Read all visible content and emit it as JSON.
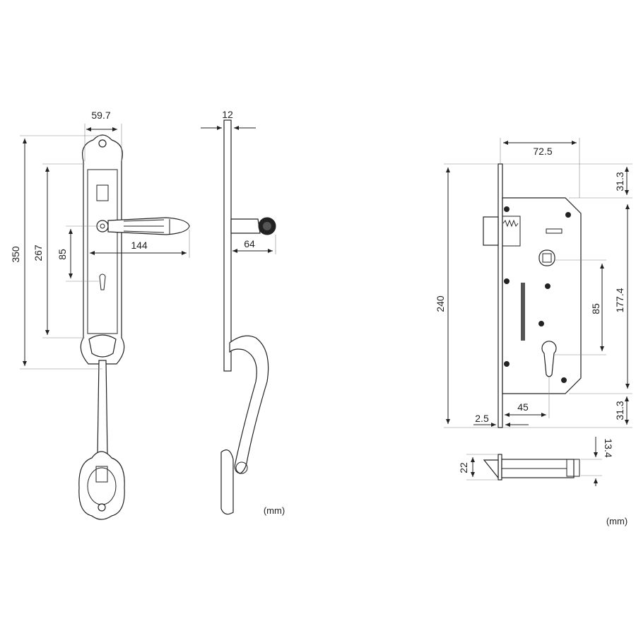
{
  "units_label": "(mm)",
  "handle_front": {
    "plate_width": "59.7",
    "total_height": "350",
    "plate_height": "267",
    "handle_to_keyhole": "85",
    "lever_length": "144"
  },
  "handle_side": {
    "thickness": "12",
    "lever_projection": "64"
  },
  "lock_body": {
    "case_width": "72.5",
    "faceplate_height": "240",
    "top_offset": "31.3",
    "case_height": "177.4",
    "spindle_to_cylinder": "85",
    "backset": "45",
    "faceplate_thickness": "2.5",
    "bottom_offset": "31.3"
  },
  "latch_bolt": {
    "height": "22",
    "projection": "13.4"
  },
  "lock_units_label": "(mm)"
}
